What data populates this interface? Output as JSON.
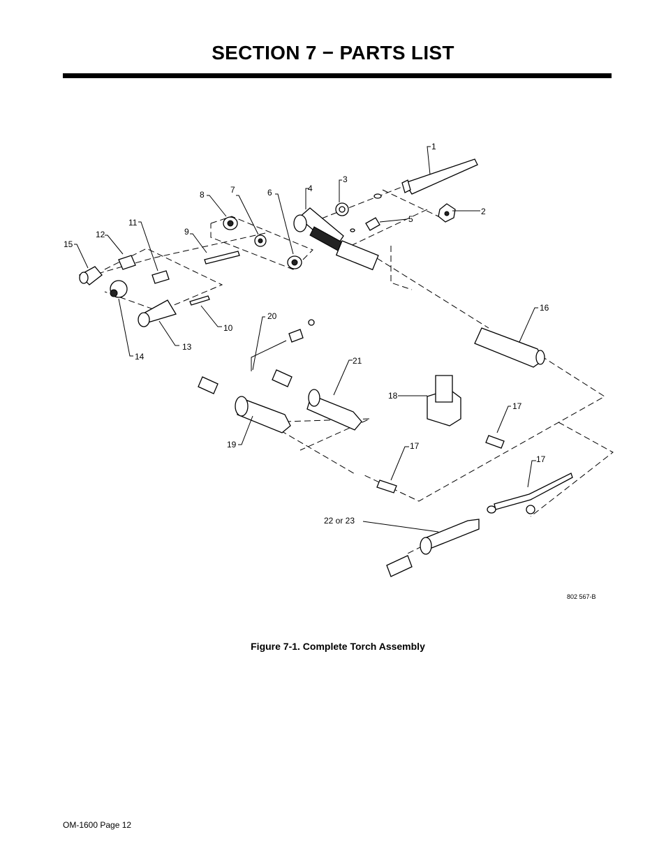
{
  "page": {
    "title": "SECTION 7 − PARTS LIST",
    "footer": "OM-1600 Page 12"
  },
  "figure": {
    "caption": "Figure 7-1. Complete Torch Assembly",
    "drawing_number": "802 567-B",
    "callouts": {
      "c1": "1",
      "c2": "2",
      "c3": "3",
      "c4": "4",
      "c5": "5",
      "c6": "6",
      "c7": "7",
      "c8": "8",
      "c9": "9",
      "c10": "10",
      "c11": "11",
      "c12": "12",
      "c13": "13",
      "c14": "14",
      "c15": "15",
      "c16": "16",
      "c17a": "17",
      "c17b": "17",
      "c17c": "17",
      "c18": "18",
      "c19": "19",
      "c20": "20",
      "c21": "21",
      "c22": "22 or 23"
    }
  }
}
